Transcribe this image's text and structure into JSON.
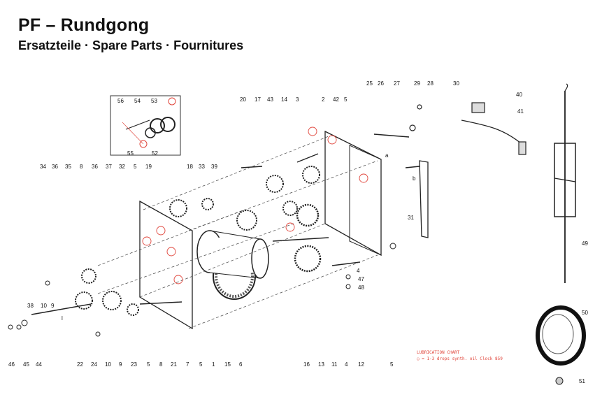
{
  "header": {
    "title": "PF – Rundgong",
    "subtitle": "Ersatzteile · Spare Parts · Fournitures"
  },
  "lubrication": {
    "title": "LUBRICATION CHART",
    "note": "◯ = 1-3 drops synth. oil Clock 859"
  },
  "callouts": {
    "inset_top": [
      "56",
      "54",
      "53"
    ],
    "inset_bottom": [
      "55",
      "52"
    ],
    "top_row": [
      "20",
      "17",
      "43",
      "14",
      "3",
      "2",
      "42",
      "5",
      "25",
      "26",
      "27",
      "29",
      "28",
      "30",
      "40",
      "41"
    ],
    "left_row": [
      "34",
      "36",
      "35",
      "8",
      "36",
      "37",
      "32",
      "5",
      "19",
      "18",
      "33",
      "39"
    ],
    "bottom_row": [
      "46",
      "45",
      "44",
      "22",
      "24",
      "10",
      "9",
      "23",
      "5",
      "8",
      "21",
      "7",
      "5",
      "1",
      "15",
      "6",
      "16",
      "13",
      "11",
      "4",
      "12",
      "5"
    ],
    "mid_left": [
      "38",
      "10",
      "9"
    ],
    "right_side": [
      "4",
      "47",
      "48",
      "31",
      "49",
      "50",
      "51"
    ],
    "dims": [
      "a",
      "b",
      "l"
    ]
  },
  "colors": {
    "ink": "#111111",
    "lubrication_red": "#e0443a"
  }
}
